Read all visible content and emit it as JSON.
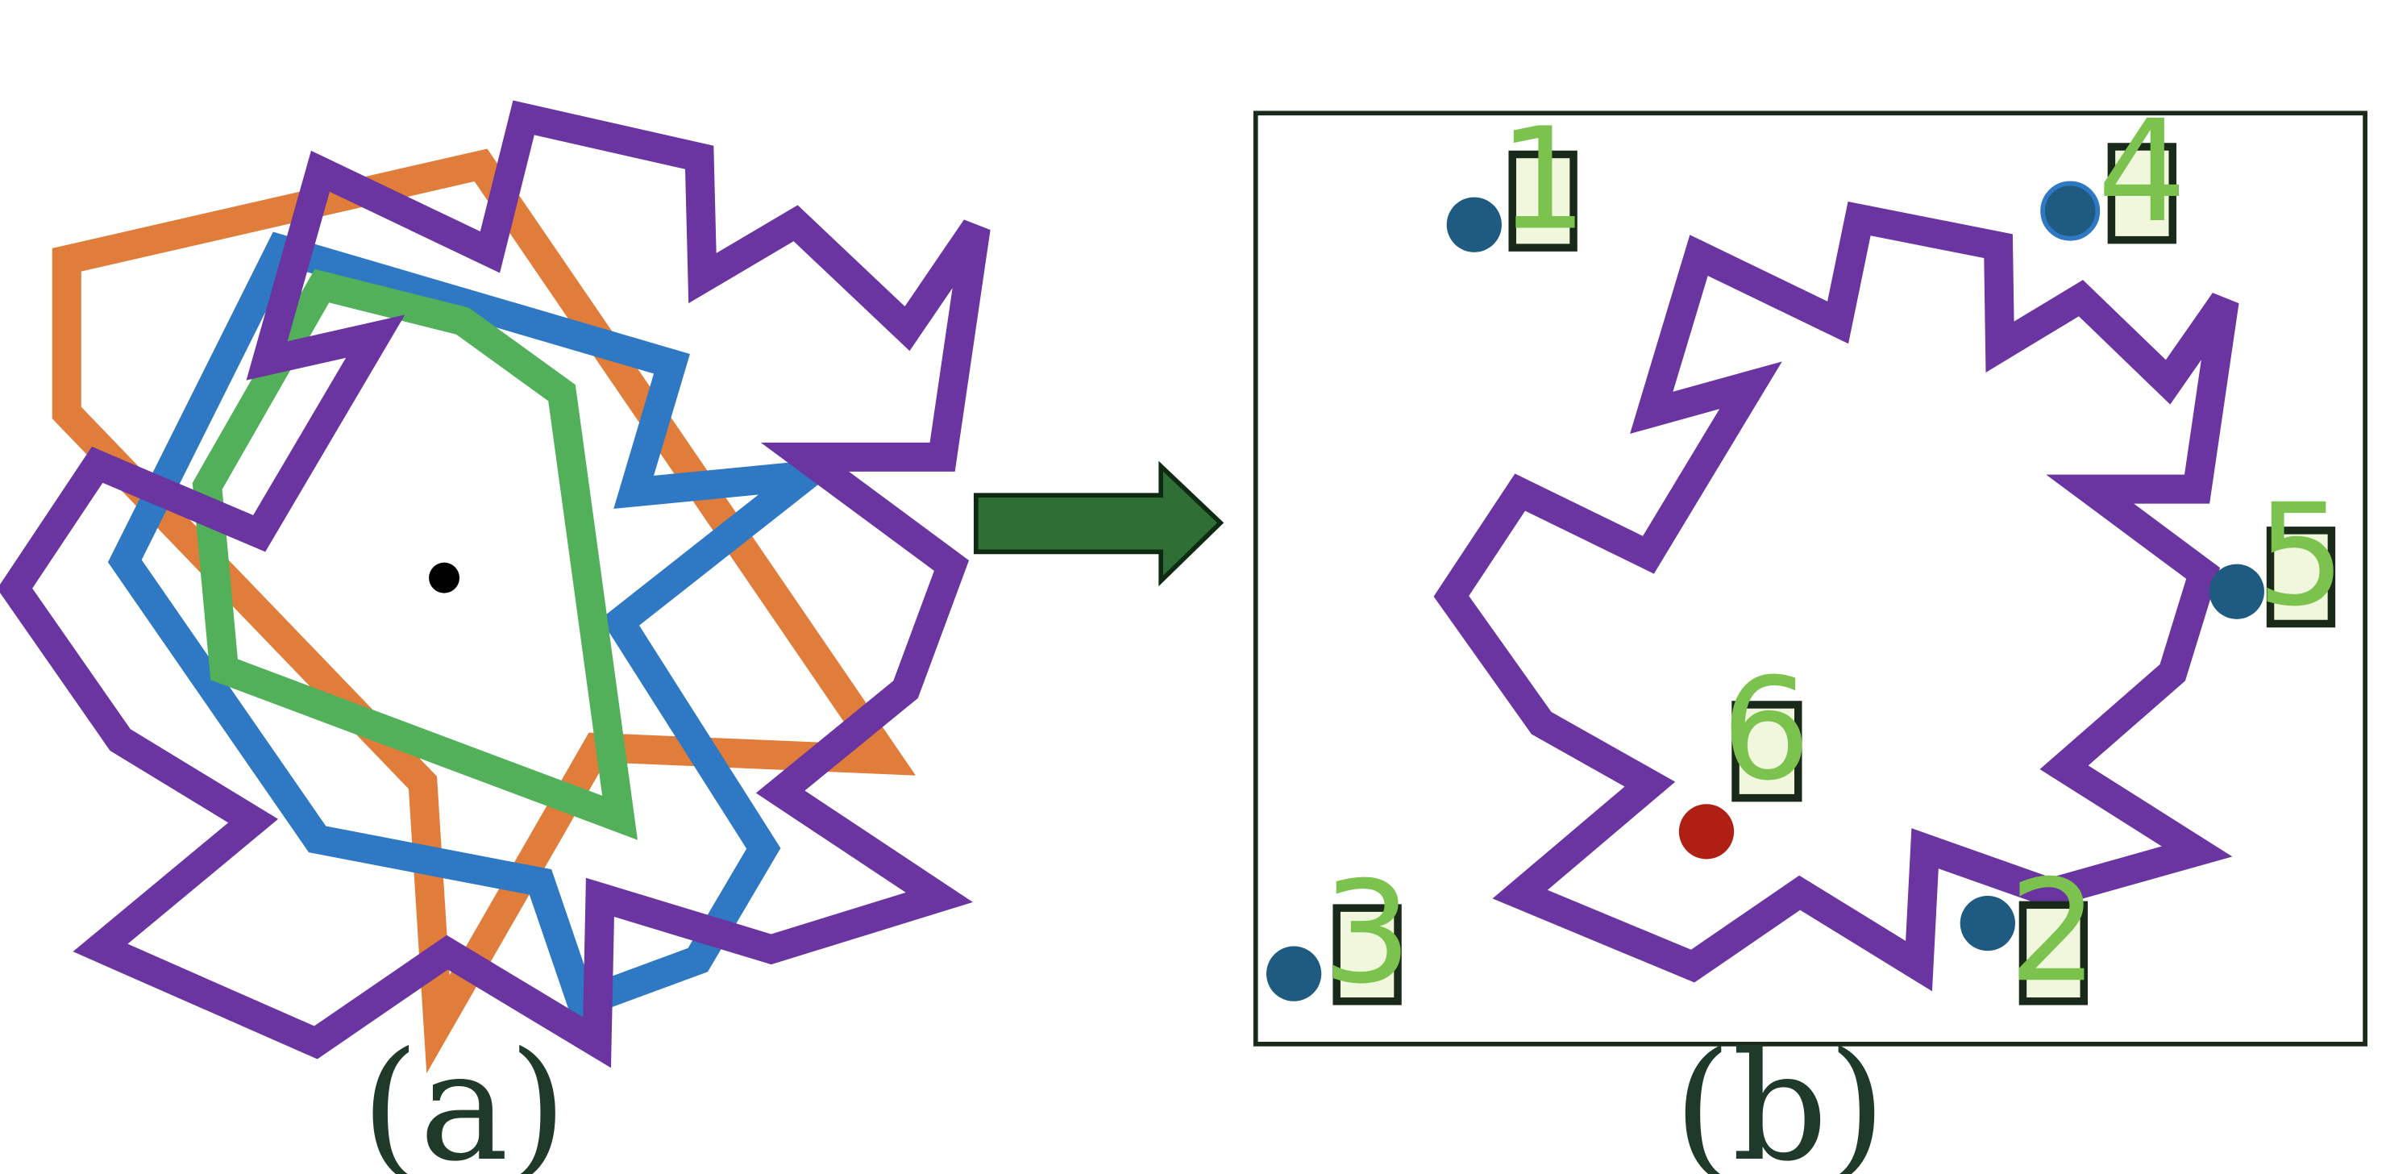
{
  "captions": {
    "left": "(a)",
    "right": "(b)"
  },
  "colors": {
    "purple": "#6a35a0",
    "orange": "#e07d3a",
    "blue": "#2f78c3",
    "green": "#52b05a",
    "arrow": "#2f6e34",
    "point_blue": "#1f5b80",
    "point_red": "#b01f14",
    "label_text": "#7cc24e"
  },
  "points": [
    {
      "label": "1",
      "color": "point_blue"
    },
    {
      "label": "2",
      "color": "point_blue"
    },
    {
      "label": "3",
      "color": "point_blue"
    },
    {
      "label": "4",
      "color": "point_blue"
    },
    {
      "label": "5",
      "color": "point_blue"
    },
    {
      "label": "6",
      "color": "point_red"
    }
  ]
}
